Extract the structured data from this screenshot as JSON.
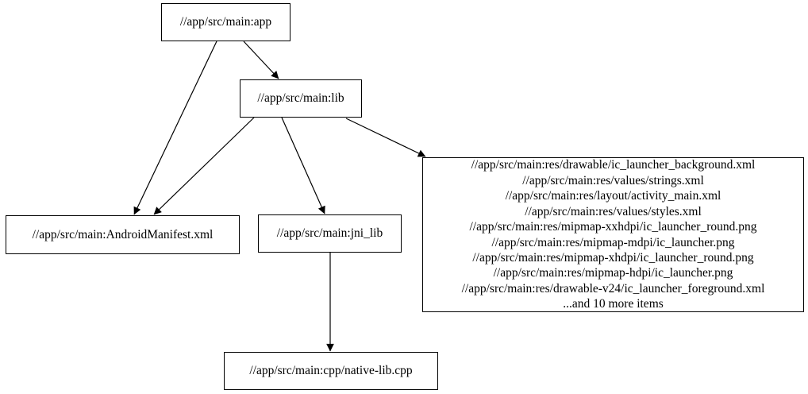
{
  "graph": {
    "background_color": "#ffffff",
    "node_border_color": "#000000",
    "text_color": "#000000",
    "nodes": {
      "app": {
        "label": "//app/src/main:app"
      },
      "lib": {
        "label": "//app/src/main:lib"
      },
      "manifest": {
        "label": "//app/src/main:AndroidManifest.xml"
      },
      "jni_lib": {
        "label": "//app/src/main:jni_lib"
      },
      "resources": {
        "lines": [
          "//app/src/main:res/drawable/ic_launcher_background.xml",
          "//app/src/main:res/values/strings.xml",
          "//app/src/main:res/layout/activity_main.xml",
          "//app/src/main:res/values/styles.xml",
          "//app/src/main:res/mipmap-xxhdpi/ic_launcher_round.png",
          "//app/src/main:res/mipmap-mdpi/ic_launcher.png",
          "//app/src/main:res/mipmap-xhdpi/ic_launcher_round.png",
          "//app/src/main:res/mipmap-hdpi/ic_launcher.png",
          "//app/src/main:res/drawable-v24/ic_launcher_foreground.xml",
          "...and 10 more items"
        ]
      },
      "native_lib": {
        "label": "//app/src/main:cpp/native-lib.cpp"
      }
    },
    "edges": [
      {
        "from": "app",
        "to": "lib"
      },
      {
        "from": "app",
        "to": "manifest"
      },
      {
        "from": "lib",
        "to": "manifest"
      },
      {
        "from": "lib",
        "to": "jni_lib"
      },
      {
        "from": "lib",
        "to": "resources"
      },
      {
        "from": "jni_lib",
        "to": "native_lib"
      }
    ]
  }
}
